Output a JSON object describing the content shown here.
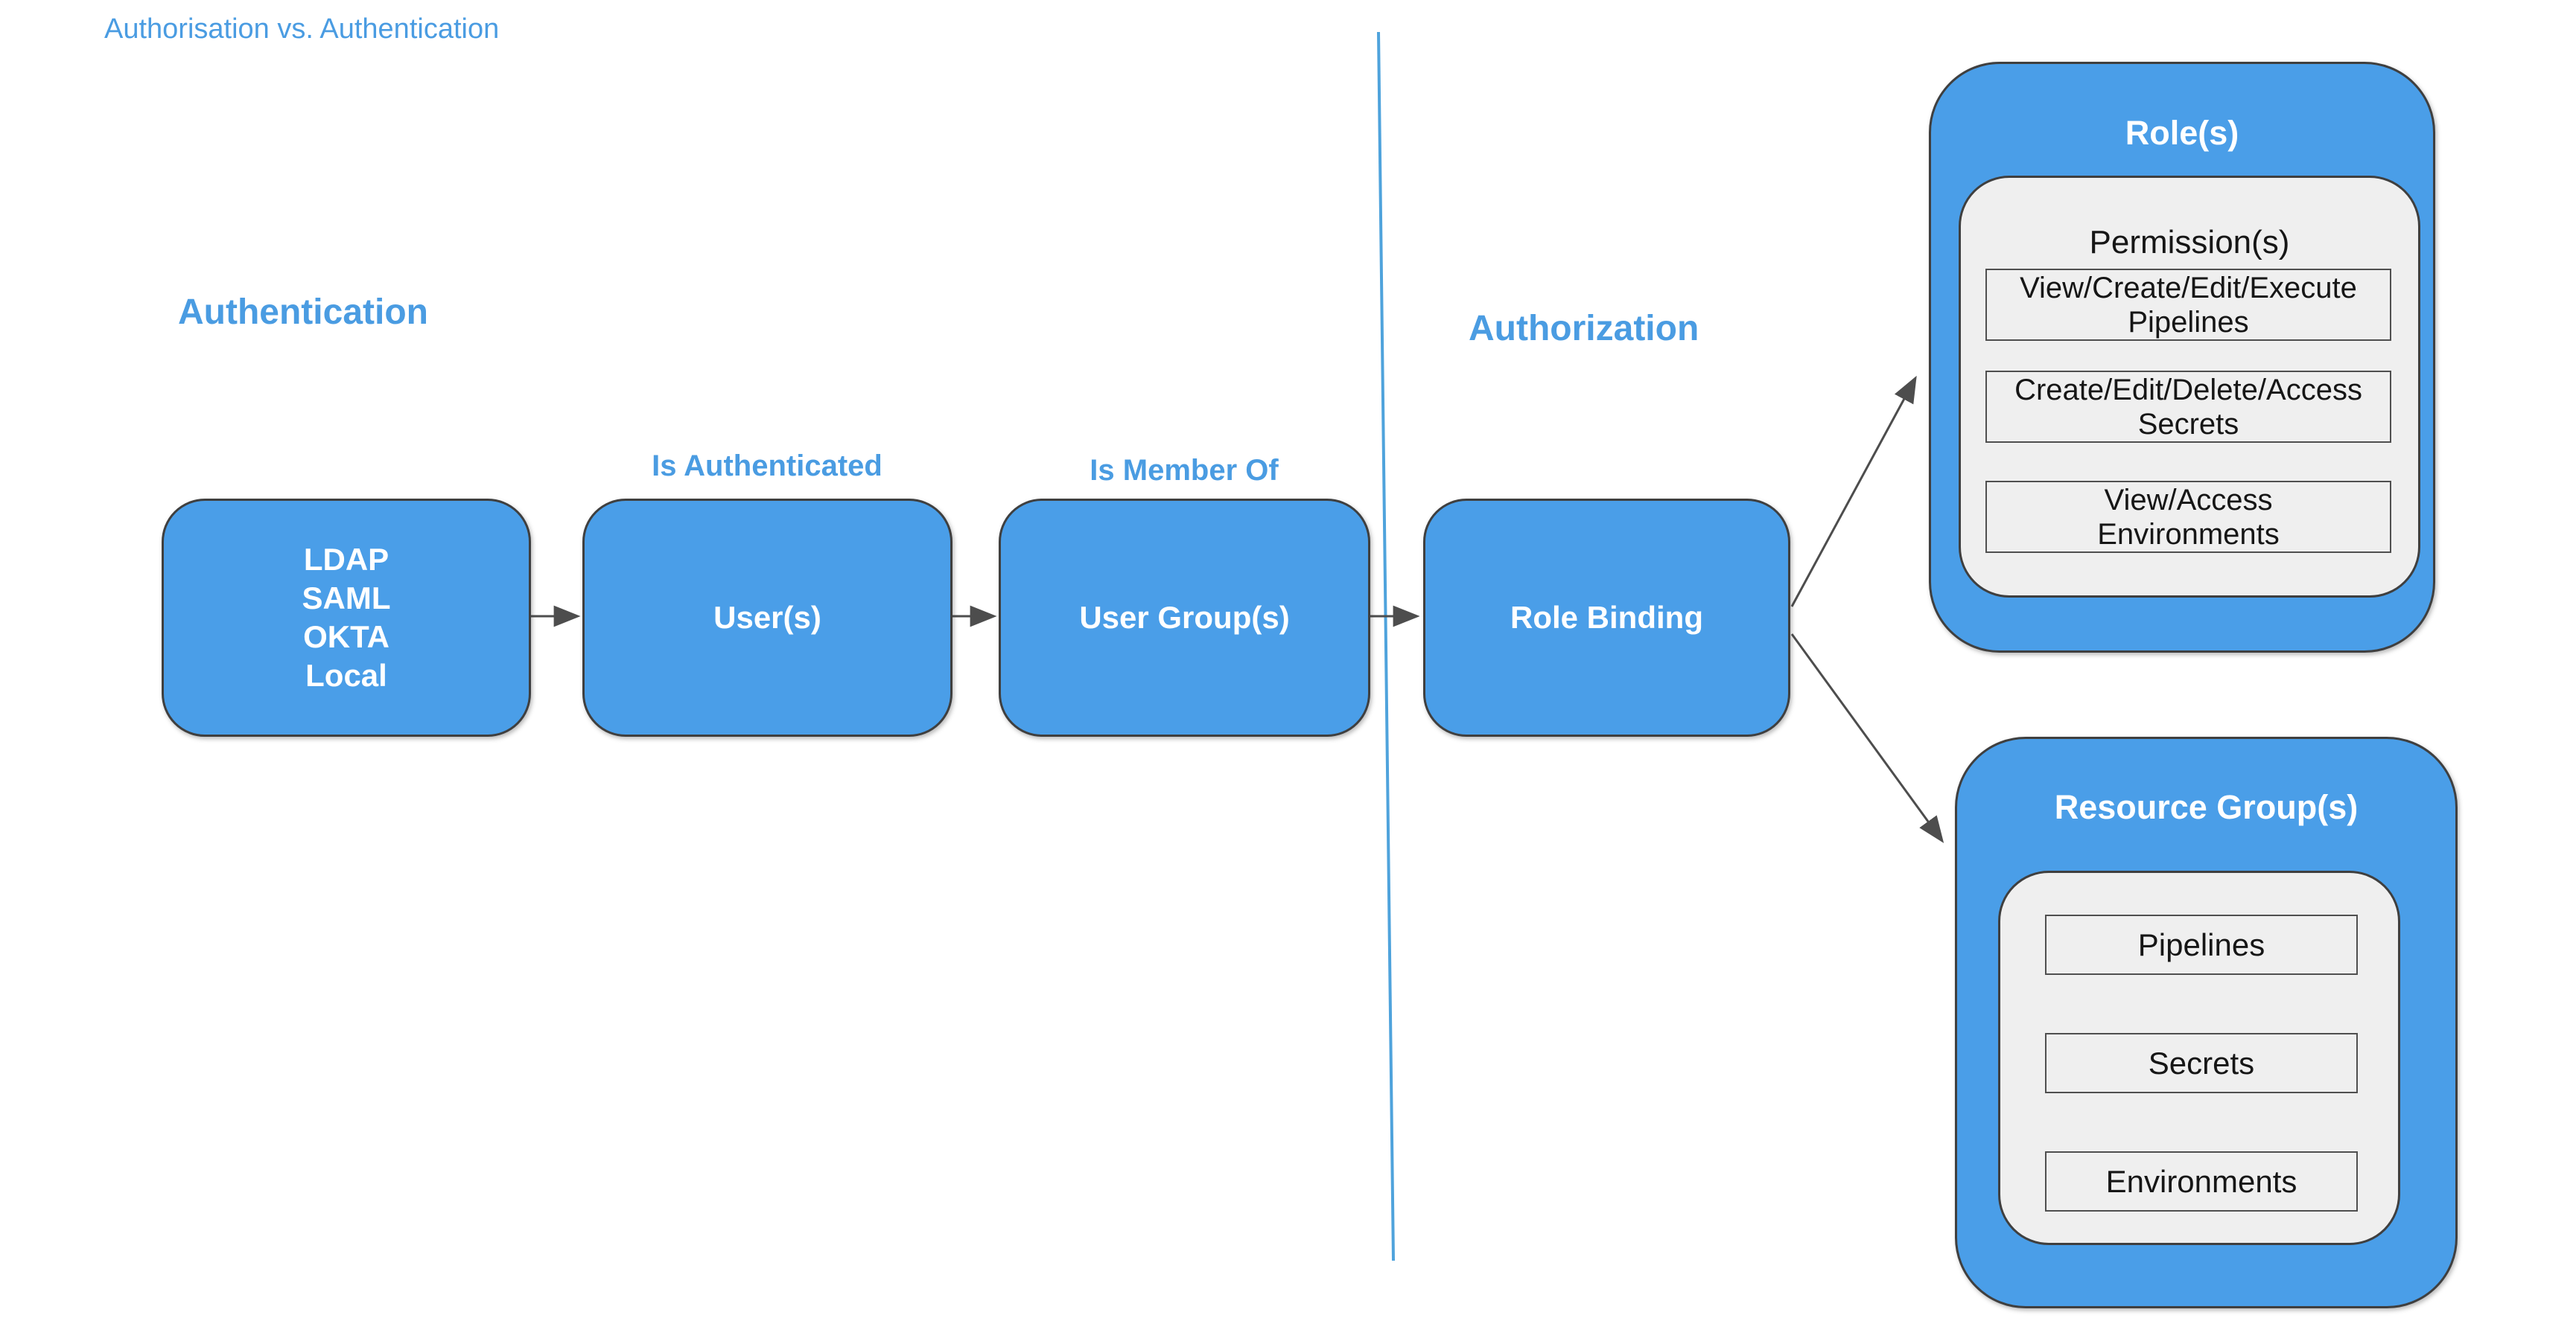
{
  "page_title": "Authorisation vs. Authentication",
  "colors": {
    "blue_fill": "#4A9EE8",
    "blue_text": "#4A9CE2",
    "border_dark": "#3F3F3F",
    "gray_fill": "#EFEFEF",
    "item_border": "#4F4F4F",
    "arrow": "#4D4D4D",
    "text_dark": "#161616",
    "white": "#FFFFFF"
  },
  "sections": {
    "left_heading": "Authentication",
    "right_heading": "Authorization"
  },
  "flow": {
    "sources": {
      "lines": [
        "LDAP",
        "SAML",
        "OKTA",
        "Local"
      ]
    },
    "users": {
      "label": "User(s)",
      "edge_label": "Is Authenticated"
    },
    "user_groups": {
      "label": "User Group(s)",
      "edge_label": "Is Member Of"
    },
    "role_binding": {
      "label": "Role Binding"
    }
  },
  "roles": {
    "title": "Role(s)",
    "permissions_title": "Permission(s)",
    "permissions": [
      {
        "line1": "View/Create/Edit/Execute",
        "line2": "Pipelines"
      },
      {
        "line1": "Create/Edit/Delete/Access",
        "line2": "Secrets"
      },
      {
        "line1": "View/Access",
        "line2": "Environments"
      }
    ]
  },
  "resource_groups": {
    "title": "Resource Group(s)",
    "items": [
      "Pipelines",
      "Secrets",
      "Environments"
    ]
  }
}
